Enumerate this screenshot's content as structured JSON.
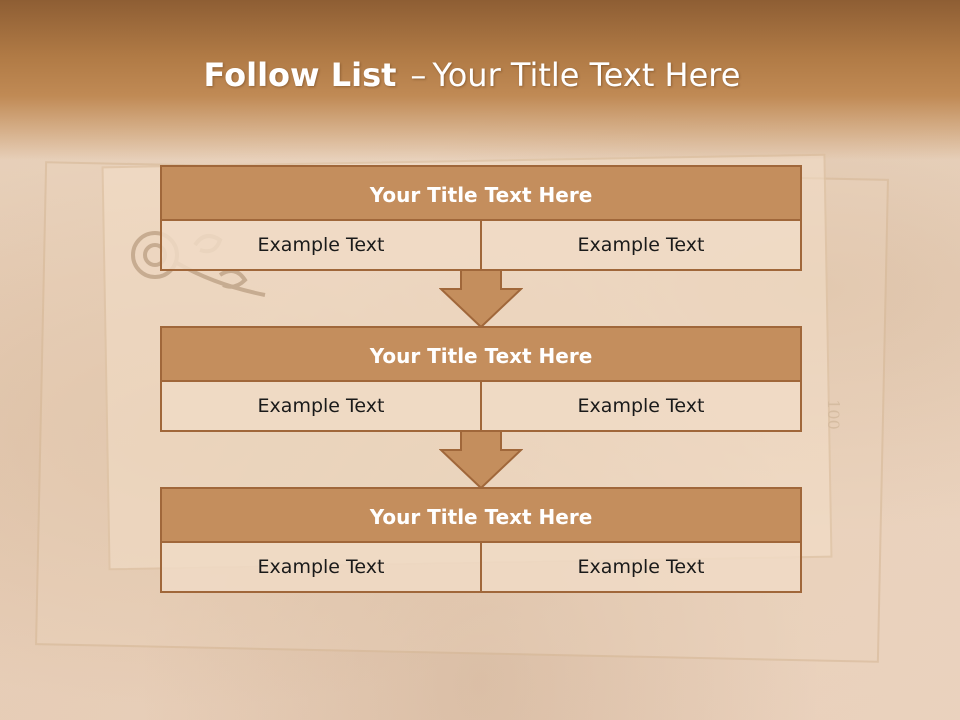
{
  "slide": {
    "title_bold": "Follow List",
    "title_dash": "–",
    "title_rest": "Your Title Text Here",
    "page_number": "100"
  },
  "colors": {
    "header": "#b07a45",
    "block_title_fill": "#c48e5d",
    "block_border": "#a0673a",
    "cell_fill": "#f0dac6"
  },
  "blocks": [
    {
      "title": "Your Title Text Here",
      "left": "Example Text",
      "right": "Example Text"
    },
    {
      "title": "Your Title Text Here",
      "left": "Example Text",
      "right": "Example Text"
    },
    {
      "title": "Your Title Text Here",
      "left": "Example Text",
      "right": "Example Text"
    }
  ],
  "icons": [
    "down-arrow-icon",
    "key-decoration-icon"
  ]
}
